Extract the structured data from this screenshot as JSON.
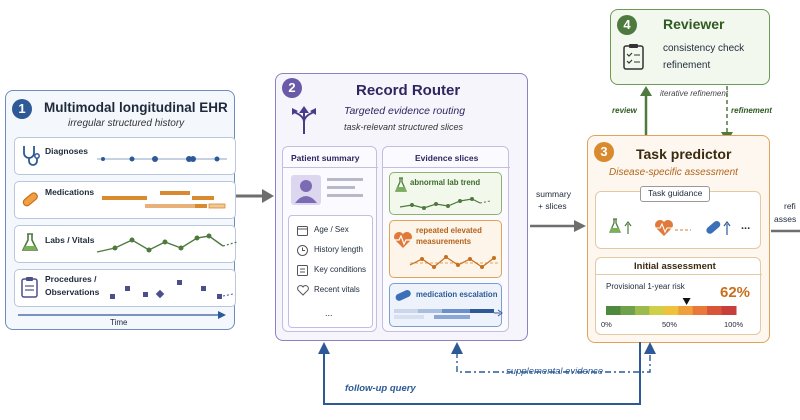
{
  "panel1": {
    "num": "1",
    "title": "Multimodal longitudinal EHR",
    "subtitle": "irregular structured history",
    "rows": [
      "Diagnoses",
      "Medications",
      "Labs / Vitals",
      "Procedures /",
      "Observations"
    ],
    "time": "Time"
  },
  "panel2": {
    "num": "2",
    "title": "Record Router",
    "subtitle1": "Targeted evidence routing",
    "subtitle2": "task-relevant structured slices",
    "patient_summary": {
      "header": "Patient summary",
      "items": [
        "Age / Sex",
        "History length",
        "Key conditions",
        "Recent vitals"
      ],
      "more": "..."
    },
    "evidence_slices": {
      "header": "Evidence slices",
      "slice1": "abnormal lab trend",
      "slice2a": "repeated elevated",
      "slice2b": "measurements",
      "slice3": "medication escalation"
    }
  },
  "panel3": {
    "num": "3",
    "title": "Task predictor",
    "subtitle": "Disease-specific assessment",
    "task_guidance": "Task guidance",
    "more": "...",
    "initial_assessment": "Initial assessment",
    "risk_label": "Provisional 1-year risk",
    "risk_value": "62%",
    "risk_fraction": 0.62,
    "scale": [
      "0%",
      "50%",
      "100%"
    ]
  },
  "panel4": {
    "num": "4",
    "title": "Reviewer",
    "items": [
      "consistency check",
      "refinement"
    ]
  },
  "arrows": {
    "summary1": "summary",
    "summary2": "+ slices",
    "review": "review",
    "iterative": "iterative refinement",
    "refinement": "refinement",
    "followup": "follow-up query",
    "supplemental": "supplemental evidence",
    "out1": "refi",
    "out2": "asses"
  },
  "colors": {
    "blue": "#2d5a96",
    "purple": "#6b5aa8",
    "orange": "#d98a2e",
    "green": "#4e7a3e"
  }
}
